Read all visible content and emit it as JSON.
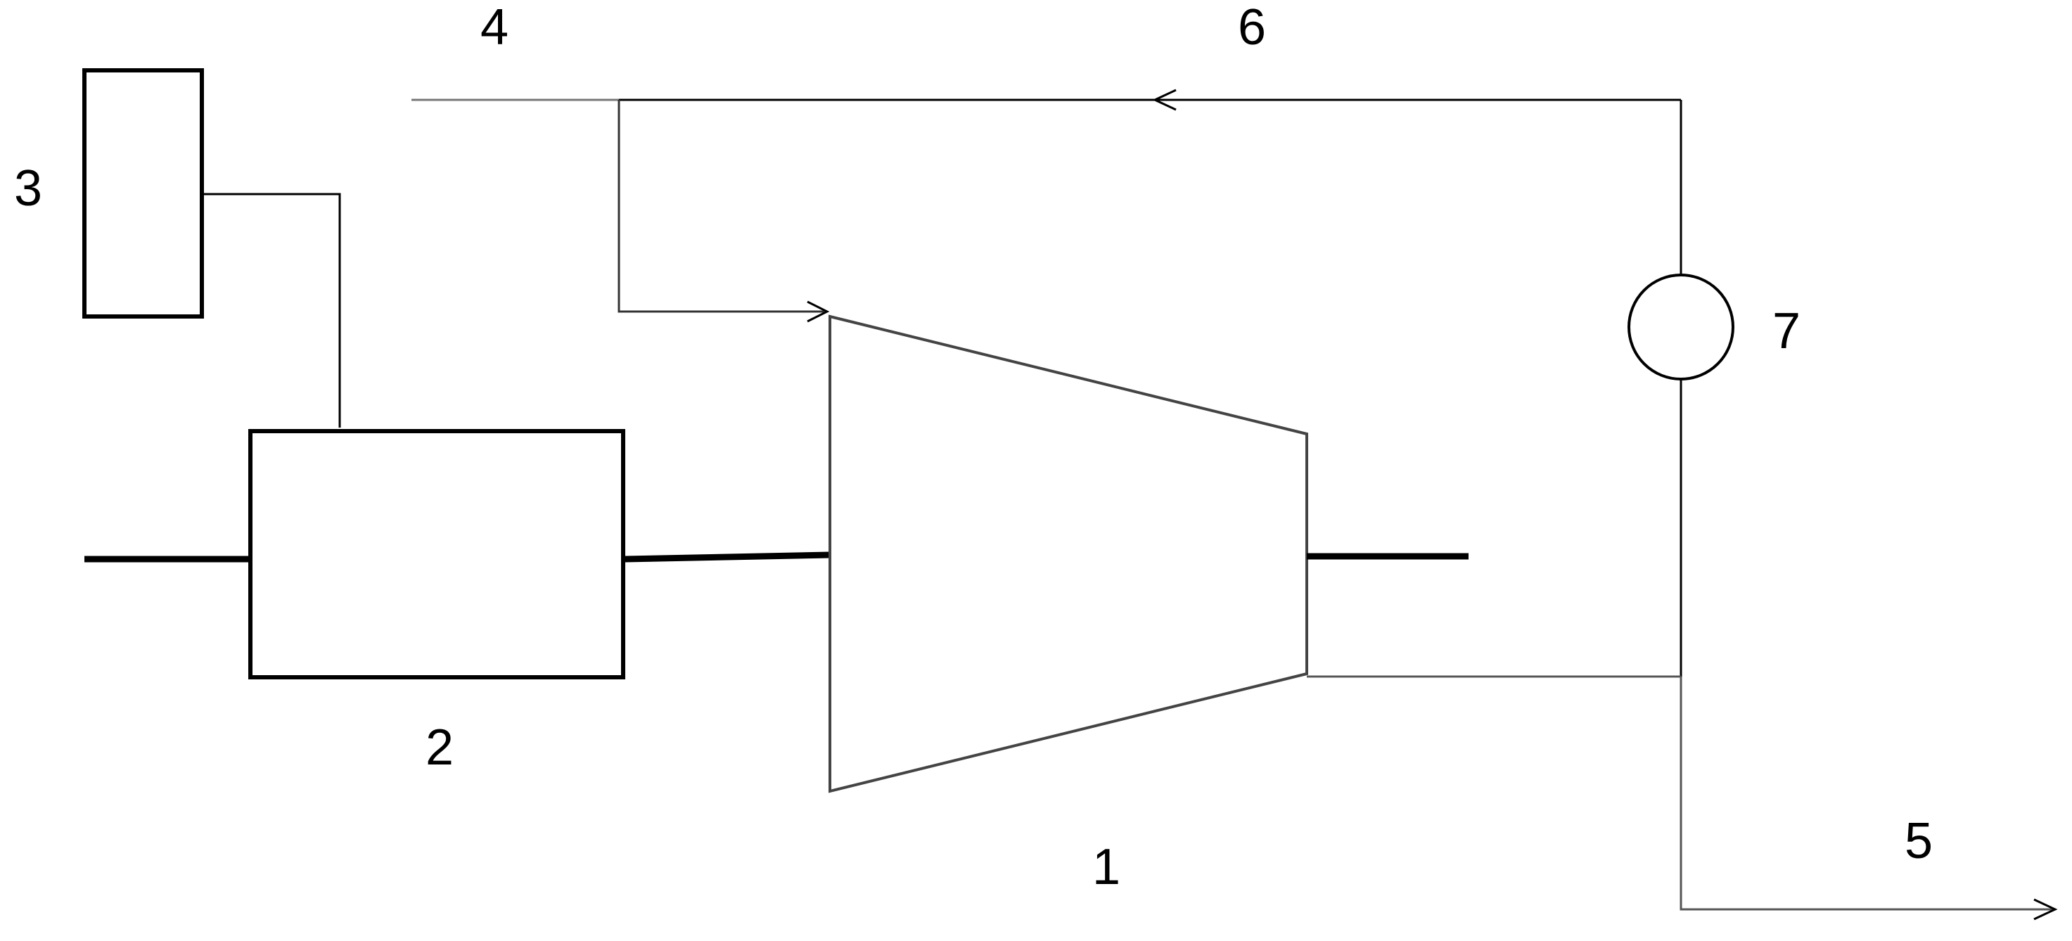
{
  "labels": {
    "compressor": "1",
    "drive_unit": "2",
    "controller": "3",
    "inlet": "4",
    "outlet": "5",
    "recirculation": "6",
    "valve": "7"
  },
  "colors": {
    "line": "#000000",
    "thin_line": "#555555",
    "background": "#ffffff"
  }
}
